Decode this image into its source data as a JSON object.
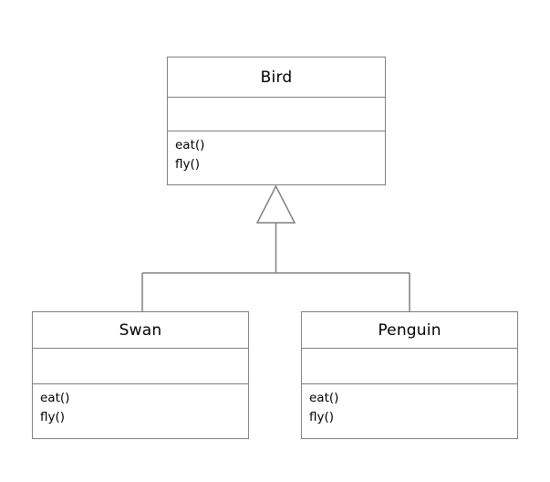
{
  "diagram": {
    "type": "uml-class-diagram",
    "background_color": "#ffffff",
    "line_color": "#808080",
    "text_color": "#000000",
    "classes": [
      {
        "name": "Bird",
        "attributes": [],
        "methods": [
          "eat()",
          "fly()"
        ]
      },
      {
        "name": "Swan",
        "attributes": [],
        "methods": [
          "eat()",
          "fly()"
        ]
      },
      {
        "name": "Penguin",
        "attributes": [],
        "methods": [
          "eat()",
          "fly()"
        ]
      }
    ],
    "relationships": [
      {
        "type": "inheritance",
        "parent": "Bird",
        "children": [
          "Swan",
          "Penguin"
        ],
        "arrowhead": "hollow-triangle"
      }
    ]
  }
}
